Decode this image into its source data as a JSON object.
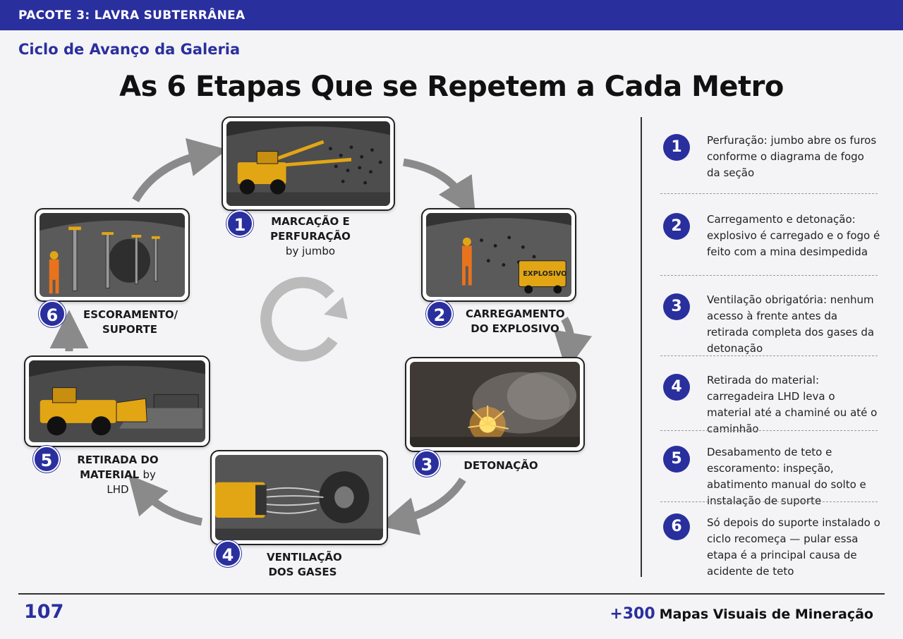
{
  "header": {
    "package": "PACOTE 3: LAVRA SUBTERRÂNEA"
  },
  "subtitle": "Ciclo de Avanço da Galeria",
  "title": "As 6 Etapas Que se Repetem a Cada Metro",
  "colors": {
    "accent": "#2a2f9e",
    "arrow": "#8a8a8a",
    "machine": "#e2a614",
    "worker": "#e8731c",
    "rock": "#5b5b5b"
  },
  "icons": {
    "cycle": "cycle-icon",
    "arrows": "curved-arrow-icon"
  },
  "steps": [
    {
      "num": "1",
      "label_main": "MARCAÇÃO E PERFURAÇÃO",
      "label_tail": "by jumbo"
    },
    {
      "num": "2",
      "label_main": "CARREGAMENTO DO EXPLOSIVO",
      "label_tail": ""
    },
    {
      "num": "3",
      "label_main": "DETONAÇÃO",
      "label_tail": ""
    },
    {
      "num": "4",
      "label_main": "VENTILAÇÃO DOS GASES",
      "label_tail": ""
    },
    {
      "num": "5",
      "label_main": "RETIRADA DO MATERIAL",
      "label_tail": "by LHD"
    },
    {
      "num": "6",
      "label_main": "ESCORAMENTO/ SUPORTE",
      "label_tail": ""
    }
  ],
  "sign_explosive": "EXPLOSIVO",
  "details": [
    {
      "num": "1",
      "text": "Perfuração: jumbo abre os furos conforme o diagrama de fogo da seção"
    },
    {
      "num": "2",
      "text": "Carregamento e detonação: explosivo é carregado e o fogo é feito com a mina desimpedida"
    },
    {
      "num": "3",
      "text": "Ventilação obrigatória: nenhum acesso à frente antes da retirada completa dos gases da detonação"
    },
    {
      "num": "4",
      "text": "Retirada do material: carregadeira LHD leva o material até a chaminé ou até o caminhão"
    },
    {
      "num": "5",
      "text": "Desabamento de teto e escoramento: inspeção, abatimento manual do solto e instalação de suporte"
    },
    {
      "num": "6",
      "text": "Só depois do suporte instalado o ciclo recomeça — pular essa etapa é a principal causa de acidente de teto"
    }
  ],
  "footer": {
    "page": "107",
    "brand_plus": "+300",
    "brand_name": "Mapas Visuais de Mineração"
  }
}
